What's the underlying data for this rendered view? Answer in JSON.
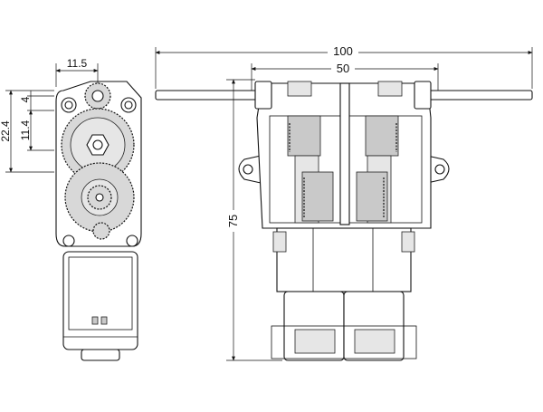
{
  "dimensions": {
    "overall_shaft_length": "100",
    "gearbox_width": "50",
    "height": "75",
    "side_width": "11.5",
    "side_offset_a": "22.4",
    "side_offset_b": "11.4",
    "side_offset_c": "4"
  },
  "icons": {
    "arrowhead": "arrowhead-icon"
  }
}
